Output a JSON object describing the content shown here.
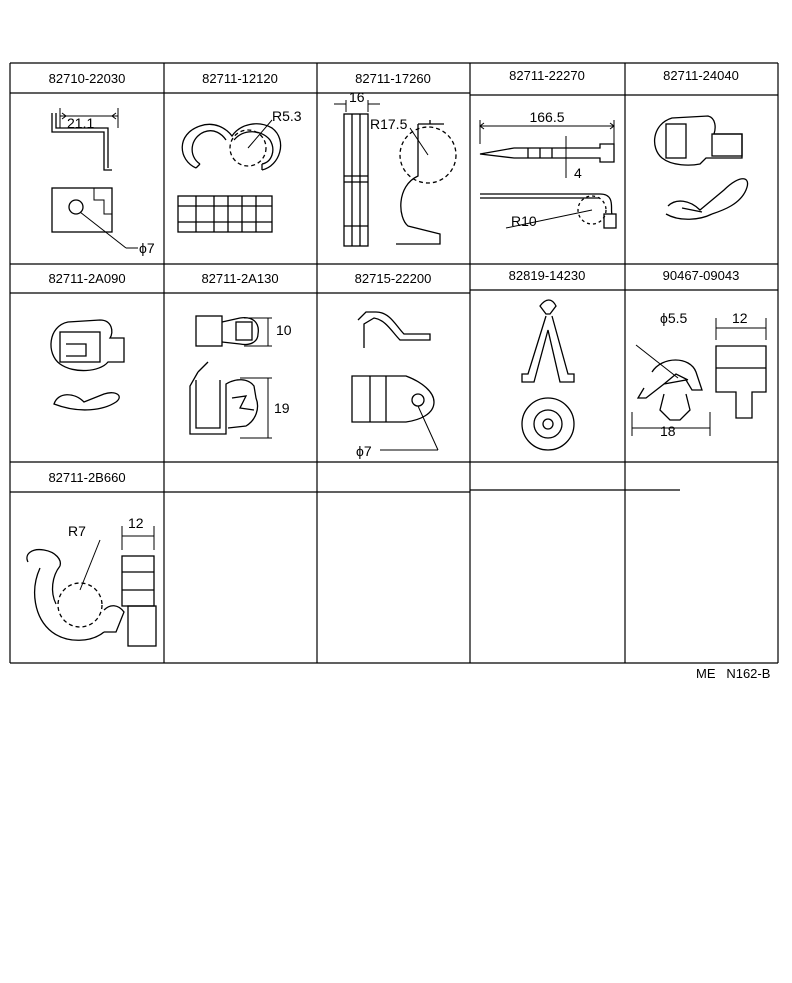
{
  "parts": [
    {
      "part_no": "82710-22030",
      "dims": [
        "21.1",
        "ϕ7"
      ]
    },
    {
      "part_no": "82711-12120",
      "dims": [
        "R5.3"
      ]
    },
    {
      "part_no": "82711-17260",
      "dims": [
        "16",
        "R17.5"
      ]
    },
    {
      "part_no": "82711-22270",
      "dims": [
        "166.5",
        "4",
        "R10"
      ]
    },
    {
      "part_no": "82711-24040",
      "dims": []
    },
    {
      "part_no": "82711-2A090",
      "dims": []
    },
    {
      "part_no": "82711-2A130",
      "dims": [
        "10",
        "19"
      ]
    },
    {
      "part_no": "82715-22200",
      "dims": [
        "ϕ7"
      ]
    },
    {
      "part_no": "82819-14230",
      "dims": []
    },
    {
      "part_no": "90467-09043",
      "dims": [
        "ϕ5.5",
        "12",
        "18"
      ]
    },
    {
      "part_no": "82711-2B660",
      "dims": [
        "R7",
        "12"
      ]
    }
  ],
  "figure_code": "ME   N162-B"
}
